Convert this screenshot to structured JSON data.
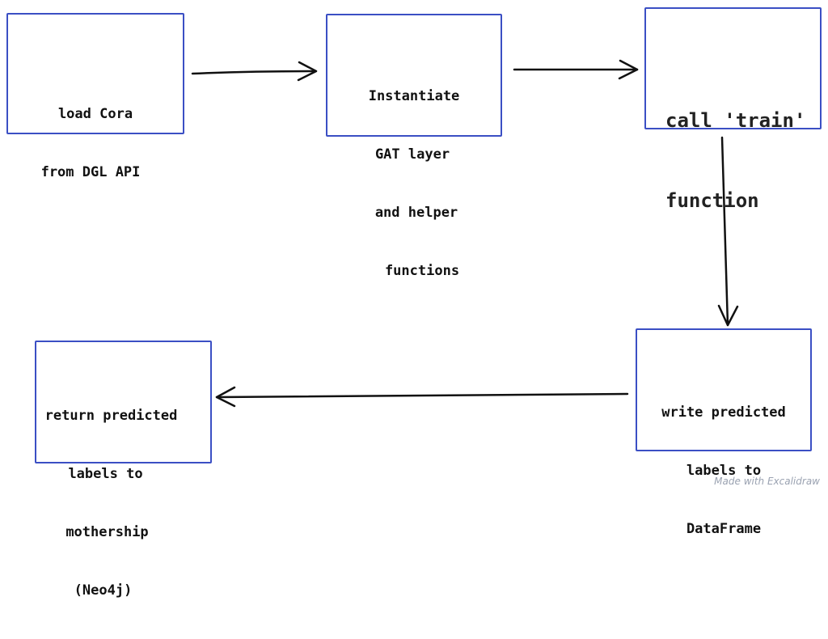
{
  "nodes": [
    {
      "id": "n1",
      "lines": [
        "load Cora",
        "from DGL API"
      ]
    },
    {
      "id": "n2",
      "lines": [
        "Instantiate",
        "GAT layer",
        "and helper",
        "functions"
      ]
    },
    {
      "id": "n3",
      "lines": [
        "call 'train'",
        "function"
      ]
    },
    {
      "id": "n4",
      "lines": [
        "write predicted",
        "labels to",
        "DataFrame"
      ]
    },
    {
      "id": "n5",
      "lines": [
        "return predicted",
        "labels to",
        "mothership",
        "(Neo4j)"
      ]
    }
  ],
  "edges": [
    {
      "from": "n1",
      "to": "n2"
    },
    {
      "from": "n2",
      "to": "n3"
    },
    {
      "from": "n3",
      "to": "n4"
    },
    {
      "from": "n4",
      "to": "n5"
    }
  ],
  "watermark": "Made with Excalidraw",
  "colors": {
    "box_border": "#3b4fc4",
    "arrow": "#111111",
    "watermark": "#9aa2b1"
  }
}
